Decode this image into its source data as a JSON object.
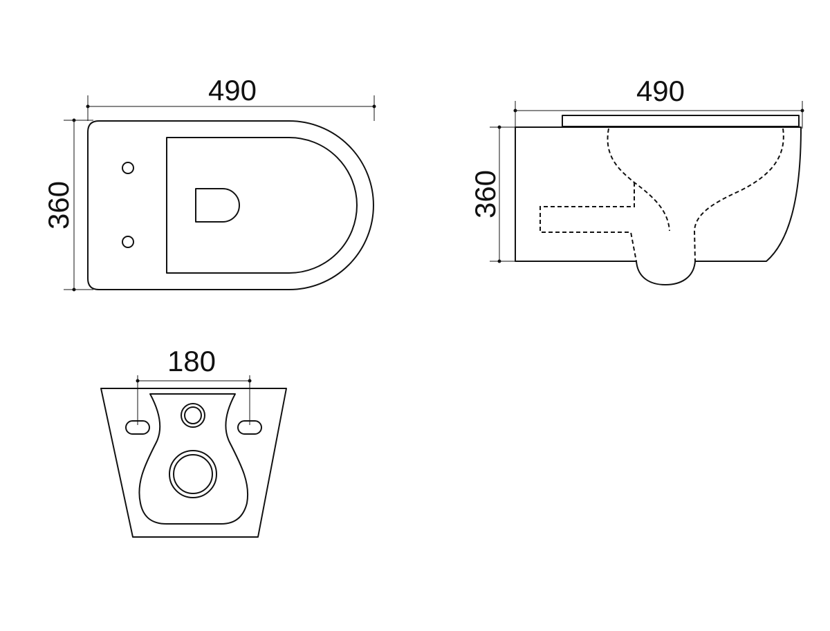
{
  "colors": {
    "line": "#111111",
    "background": "#ffffff"
  },
  "top_view": {
    "width_label": "490",
    "height_label": "360"
  },
  "side_view": {
    "width_label": "490",
    "height_label": "360"
  },
  "rear_view": {
    "bolt_spacing_label": "180"
  }
}
